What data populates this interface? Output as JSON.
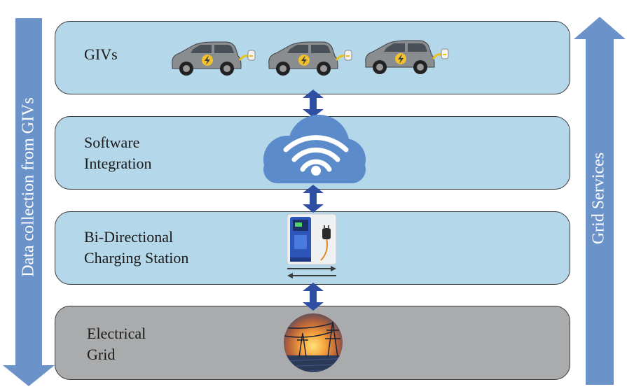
{
  "layers": [
    {
      "id": "givs",
      "label_lines": [
        "GIVs"
      ]
    },
    {
      "id": "software",
      "label_lines": [
        "Software",
        "Integration"
      ]
    },
    {
      "id": "charging",
      "label_lines": [
        "Bi-Directional",
        "Charging Station"
      ]
    },
    {
      "id": "grid",
      "label_lines": [
        "Electrical",
        "Grid"
      ]
    }
  ],
  "left_arrow": {
    "text": "Data collection from GIVs"
  },
  "right_arrow": {
    "text": "Grid Services"
  },
  "colors": {
    "layer_blue": "#b5d7ea",
    "layer_grey": "#a9abad",
    "side_arrow": "#6b93c9",
    "connector": "#2f4fa3"
  },
  "icons": [
    "electric-car-icon",
    "cloud-wifi-icon",
    "charging-station-icon",
    "power-grid-icon"
  ]
}
